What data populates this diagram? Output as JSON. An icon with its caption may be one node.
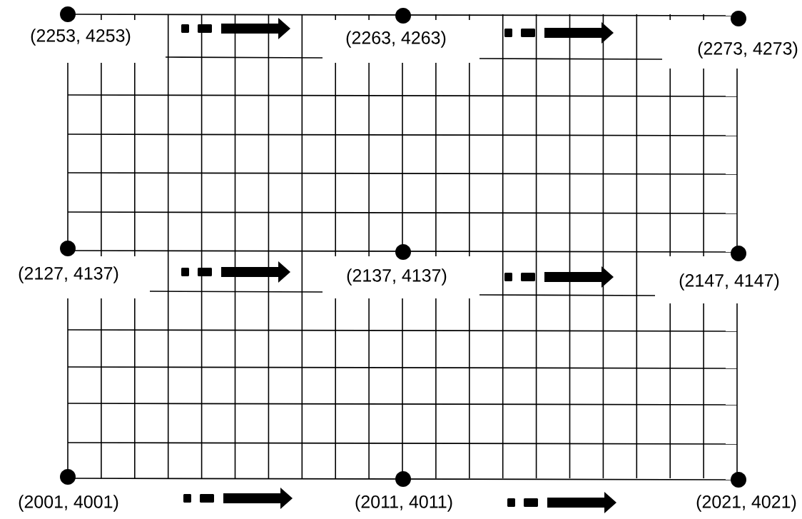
{
  "diagram": {
    "labels": [
      "(2253, 4253)",
      "(2263, 4263)",
      "(2273, 4273)",
      "(2127, 4137)",
      "(2137, 4137)",
      "(2147, 4147)",
      "(2001, 4001)",
      "(2011, 4011)",
      "(2021, 4021)"
    ]
  }
}
